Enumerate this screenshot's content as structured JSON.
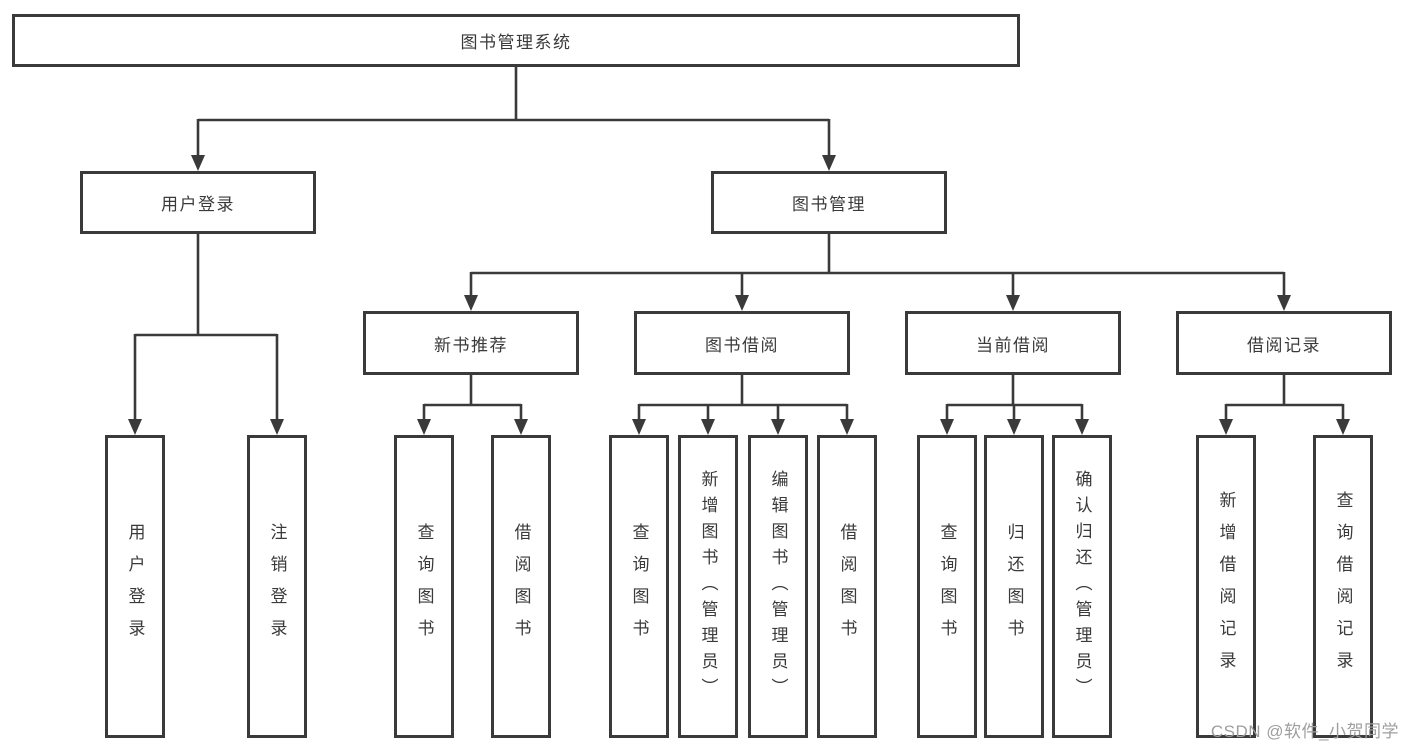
{
  "diagram": {
    "type": "hierarchy",
    "colors": {
      "line": "#3a3a3a",
      "text": "#3a3a3a",
      "box_background": "#ffffff",
      "watermark": "#9e9e9e",
      "page_background": "#ffffff"
    },
    "tree": {
      "label": "图书管理系统",
      "children": [
        {
          "label": "用户登录",
          "children": [
            {
              "label": "用户登录"
            },
            {
              "label": "注销登录"
            }
          ]
        },
        {
          "label": "图书管理",
          "children": [
            {
              "label": "新书推荐",
              "children": [
                {
                  "label": "查询图书"
                },
                {
                  "label": "借阅图书"
                }
              ]
            },
            {
              "label": "图书借阅",
              "children": [
                {
                  "label": "查询图书"
                },
                {
                  "label": "新增图书（管理员）"
                },
                {
                  "label": "编辑图书（管理员）"
                },
                {
                  "label": "借阅图书"
                }
              ]
            },
            {
              "label": "当前借阅",
              "children": [
                {
                  "label": "查询图书"
                },
                {
                  "label": "归还图书"
                },
                {
                  "label": "确认归还（管理员）"
                }
              ]
            },
            {
              "label": "借阅记录",
              "children": [
                {
                  "label": "新增借阅记录"
                },
                {
                  "label": "查询借阅记录"
                }
              ]
            }
          ]
        }
      ]
    },
    "watermark": "CSDN @软件_小贺同学"
  }
}
